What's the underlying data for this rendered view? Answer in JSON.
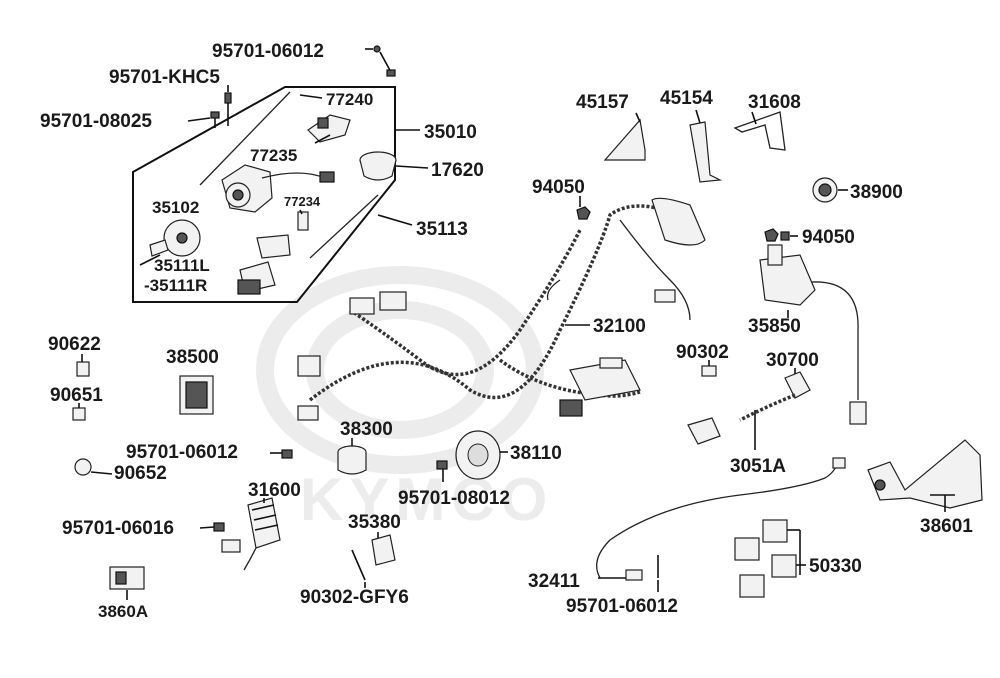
{
  "watermark": {
    "brand": "KYMCO"
  },
  "labels": {
    "p95701_06012_top": "95701-06012",
    "p95701_khc5": "95701-KHC5",
    "p95701_08025": "95701-08025",
    "p77240": "77240",
    "p35010": "35010",
    "p77235": "77235",
    "p17620": "17620",
    "p77234": "77234",
    "p35102": "35102",
    "p35113": "35113",
    "p35111l": "35111L",
    "p35111r": "-35111R",
    "p45157": "45157",
    "p45154": "45154",
    "p31608": "31608",
    "p94050_a": "94050",
    "p38900": "38900",
    "p94050_b": "94050",
    "p32100": "32100",
    "p35850": "35850",
    "p90622": "90622",
    "p38500": "38500",
    "p90651": "90651",
    "p90302": "90302",
    "p30700": "30700",
    "p95701_06012_mid": "95701-06012",
    "p38300": "38300",
    "p38110": "38110",
    "p90652": "90652",
    "p3051a": "3051A",
    "p31600": "31600",
    "p95701_08012": "95701-08012",
    "p38601": "38601",
    "p95701_06016": "95701-06016",
    "p35380": "35380",
    "p50330": "50330",
    "p32411": "32411",
    "p90302_gfy6": "90302-GFY6",
    "p95701_06012_bot": "95701-06012",
    "p3860a": "3860A"
  }
}
